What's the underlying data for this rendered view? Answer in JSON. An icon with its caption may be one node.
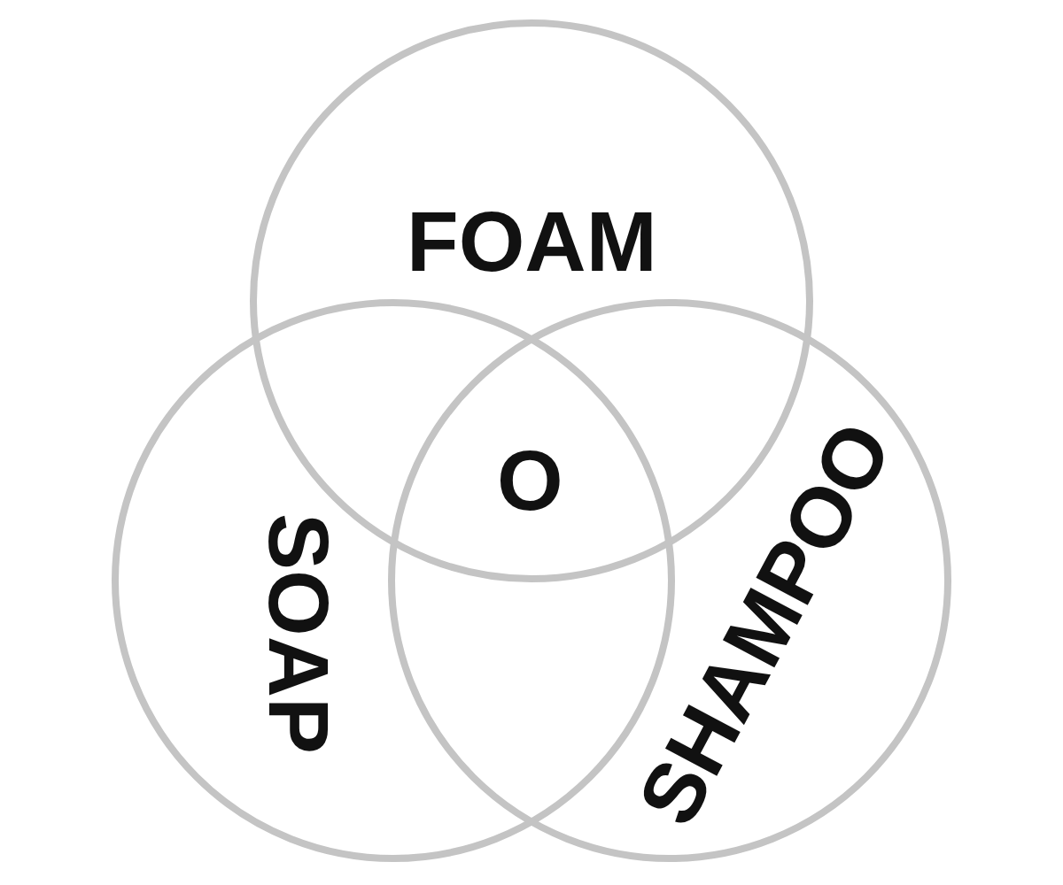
{
  "diagram": {
    "nodes": [
      {
        "text": [
          "FOAM"
        ]
      },
      {
        "text": [
          "SOAP"
        ]
      },
      {
        "text": [
          "SHAMPOO"
        ]
      }
    ],
    "labels": [
      "O"
    ]
  }
}
